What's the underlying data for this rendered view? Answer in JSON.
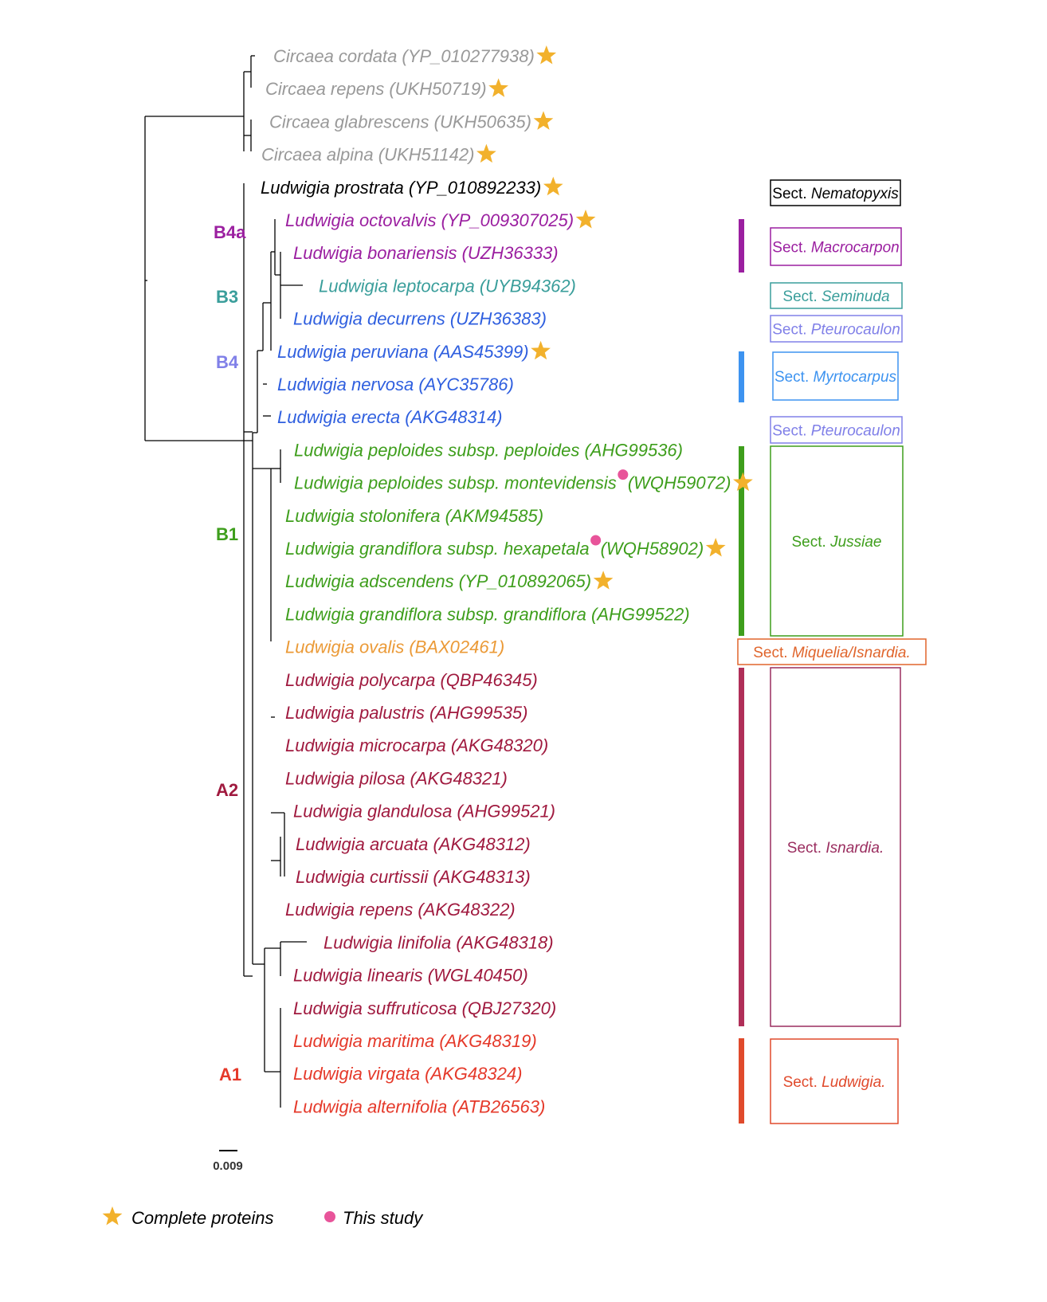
{
  "colors": {
    "grey": "#999999",
    "black": "#000000",
    "purple": "#9b1fa0",
    "teal": "#3a9e9b",
    "blue": "#2f5fdf",
    "green": "#3e9e1c",
    "orange": "#eb9a37",
    "maroon": "#a01a3f",
    "red": "#e5392a",
    "star": "#f2b12c",
    "dot": "#e8549a",
    "lavender": "#8080e8",
    "skyblue": "#3d93f0",
    "box_orange": "#e0652c",
    "box_isnardia": "#9a2d5f",
    "bar_isnardia": "#b02f58",
    "box_ludwigia": "#e04a2c"
  },
  "taxa": [
    {
      "name": "Circaea cordata",
      "acc": "(YP_010277938)",
      "color": "grey",
      "star": true,
      "dot": false
    },
    {
      "name": "Circaea repens",
      "acc": "(UKH50719)",
      "color": "grey",
      "star": true,
      "dot": false
    },
    {
      "name": "Circaea glabrescens",
      "acc": "(UKH50635)",
      "color": "grey",
      "star": true,
      "dot": false
    },
    {
      "name": "Circaea alpina",
      "acc": "(UKH51142)",
      "color": "grey",
      "star": true,
      "dot": false
    },
    {
      "name": "Ludwigia prostrata",
      "acc": "(YP_010892233)",
      "color": "black",
      "star": true,
      "dot": false
    },
    {
      "name": "Ludwigia octovalvis",
      "acc": "(YP_009307025)",
      "color": "purple",
      "star": true,
      "dot": false
    },
    {
      "name": "Ludwigia bonariensis",
      "acc": "(UZH36333)",
      "color": "purple",
      "star": false,
      "dot": false
    },
    {
      "name": "Ludwigia leptocarpa",
      "acc": "(UYB94362)",
      "color": "teal",
      "star": false,
      "dot": false
    },
    {
      "name": "Ludwigia decurrens",
      "acc": "(UZH36383)",
      "color": "blue",
      "star": false,
      "dot": false
    },
    {
      "name": "Ludwigia peruviana",
      "acc": "(AAS45399)",
      "color": "blue",
      "star": true,
      "dot": false
    },
    {
      "name": "Ludwigia nervosa",
      "acc": "(AYC35786)",
      "color": "blue",
      "star": false,
      "dot": false
    },
    {
      "name": "Ludwigia erecta",
      "acc": "(AKG48314)",
      "color": "blue",
      "star": false,
      "dot": false
    },
    {
      "name": "Ludwigia peploides subsp. peploides",
      "acc": "(AHG99536)",
      "color": "green",
      "star": false,
      "dot": false
    },
    {
      "name": "Ludwigia peploides subsp. montevidensis",
      "acc": "(WQH59072)",
      "color": "green",
      "star": true,
      "dot": true
    },
    {
      "name": "Ludwigia stolonifera",
      "acc": "(AKM94585)",
      "color": "green",
      "star": false,
      "dot": false
    },
    {
      "name": "Ludwigia grandiflora subsp. hexapetala",
      "acc": "(WQH58902)",
      "color": "green",
      "star": true,
      "dot": true
    },
    {
      "name": "Ludwigia adscendens",
      "acc": "(YP_010892065)",
      "color": "green",
      "star": true,
      "dot": false
    },
    {
      "name": "Ludwigia grandiflora subsp. grandiflora",
      "acc": "(AHG99522)",
      "color": "green",
      "star": false,
      "dot": false
    },
    {
      "name": "Ludwigia ovalis",
      "acc": "(BAX02461)",
      "color": "orange",
      "star": false,
      "dot": false
    },
    {
      "name": "Ludwigia polycarpa",
      "acc": "(QBP46345)",
      "color": "maroon",
      "star": false,
      "dot": false
    },
    {
      "name": "Ludwigia palustris",
      "acc": "(AHG99535)",
      "color": "maroon",
      "star": false,
      "dot": false
    },
    {
      "name": "Ludwigia microcarpa",
      "acc": "(AKG48320)",
      "color": "maroon",
      "star": false,
      "dot": false
    },
    {
      "name": "Ludwigia pilosa",
      "acc": "(AKG48321)",
      "color": "maroon",
      "star": false,
      "dot": false
    },
    {
      "name": "Ludwigia glandulosa",
      "acc": "(AHG99521)",
      "color": "maroon",
      "star": false,
      "dot": false
    },
    {
      "name": "Ludwigia arcuata",
      "acc": "(AKG48312)",
      "color": "maroon",
      "star": false,
      "dot": false
    },
    {
      "name": "Ludwigia curtissii",
      "acc": "(AKG48313)",
      "color": "maroon",
      "star": false,
      "dot": false
    },
    {
      "name": "Ludwigia repens",
      "acc": "(AKG48322)",
      "color": "maroon",
      "star": false,
      "dot": false
    },
    {
      "name": "Ludwigia linifolia",
      "acc": "(AKG48318)",
      "color": "maroon",
      "star": false,
      "dot": false
    },
    {
      "name": "Ludwigia linearis",
      "acc": "(WGL40450)",
      "color": "maroon",
      "star": false,
      "dot": false
    },
    {
      "name": "Ludwigia suffruticosa",
      "acc": "(QBJ27320)",
      "color": "maroon",
      "star": false,
      "dot": false
    },
    {
      "name": "Ludwigia maritima",
      "acc": "(AKG48319)",
      "color": "red",
      "star": false,
      "dot": false
    },
    {
      "name": "Ludwigia virgata",
      "acc": "(AKG48324)",
      "color": "red",
      "star": false,
      "dot": false
    },
    {
      "name": "Ludwigia alternifolia",
      "acc": "(ATB26563)",
      "color": "red",
      "star": false,
      "dot": false
    }
  ],
  "clades": [
    {
      "label": "B4a",
      "color": "purple"
    },
    {
      "label": "B3",
      "color": "teal"
    },
    {
      "label": "B4",
      "color": "lavender"
    },
    {
      "label": "B1",
      "color": "green"
    },
    {
      "label": "A2",
      "color": "maroon"
    },
    {
      "label": "A1",
      "color": "red"
    }
  ],
  "sections": [
    {
      "prefix": "Sect. ",
      "name": "Nematopyxis",
      "suffix": "",
      "color": "black"
    },
    {
      "prefix": "Sect. ",
      "name": "Macrocarpon",
      "suffix": "",
      "color": "purple"
    },
    {
      "prefix": "Sect. ",
      "name": "Seminuda",
      "suffix": "",
      "color": "teal"
    },
    {
      "prefix": "Sect. ",
      "name": "Pteurocaulon",
      "suffix": "",
      "color": "lavender"
    },
    {
      "prefix": "Sect. ",
      "name": "Myrtocarpus",
      "suffix": "",
      "color": "skyblue"
    },
    {
      "prefix": "Sect. ",
      "name": "Pteurocaulon",
      "suffix": "",
      "color": "lavender"
    },
    {
      "prefix": "Sect. ",
      "name": "Jussiae",
      "suffix": "",
      "color": "green"
    },
    {
      "prefix": "Sect. ",
      "name": "Miquelia/Isnardia.",
      "suffix": "",
      "color": "box_orange"
    },
    {
      "prefix": "Sect. ",
      "name": "Isnardia.",
      "suffix": "",
      "color": "box_isnardia"
    },
    {
      "prefix": "Sect. ",
      "name": "Ludwigia.",
      "suffix": "",
      "color": "box_ludwigia"
    }
  ],
  "scale_label": "0.009",
  "legend": {
    "star_label": "Complete proteins",
    "dot_label": "This study"
  }
}
